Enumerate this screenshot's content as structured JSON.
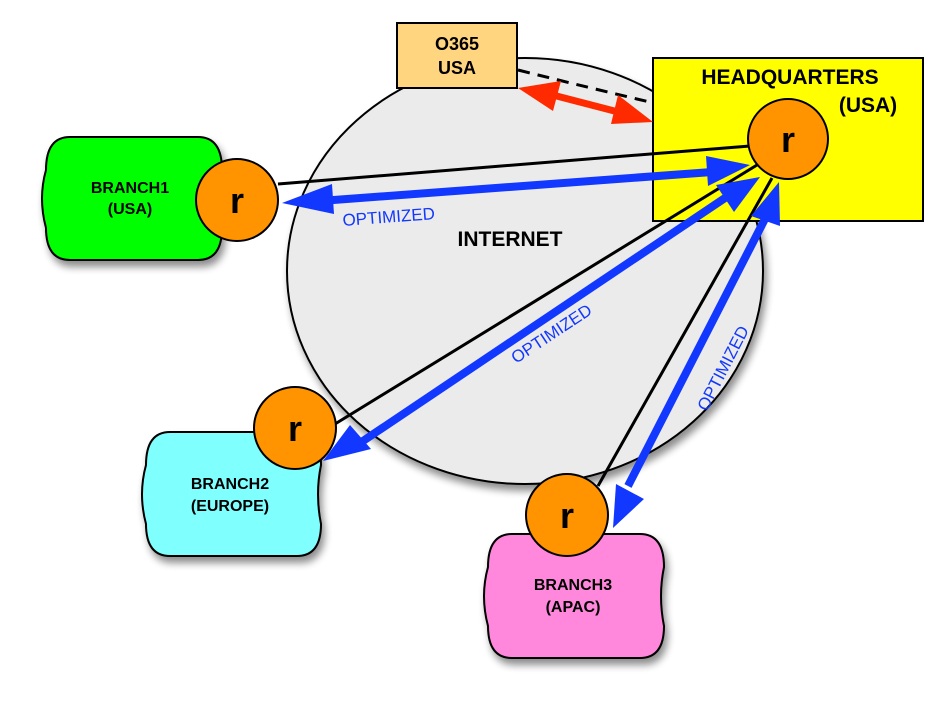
{
  "diagram": {
    "cloud": {
      "label": "INTERNET",
      "color": "#ebebeb"
    },
    "o365": {
      "line1": "O365",
      "line2": "USA",
      "color": "#ffd580"
    },
    "headquarters": {
      "line1": "HEADQUARTERS",
      "line2": "(USA)",
      "color": "#ffff00"
    },
    "router_label": "r",
    "router_color": "#ff9300",
    "branches": [
      {
        "id": "branch1",
        "line1": "BRANCH1",
        "line2": "(USA)",
        "color": "#00ff00"
      },
      {
        "id": "branch2",
        "line1": "BRANCH2",
        "line2": "(EUROPE)",
        "color": "#80ffff"
      },
      {
        "id": "branch3",
        "line1": "BRANCH3",
        "line2": "(APAC)",
        "color": "#ff88dd"
      }
    ],
    "links": {
      "optimized_label": "OPTIMIZED",
      "optimized_color": "#1238ff",
      "o365_link_color": "#ff2a00"
    }
  }
}
